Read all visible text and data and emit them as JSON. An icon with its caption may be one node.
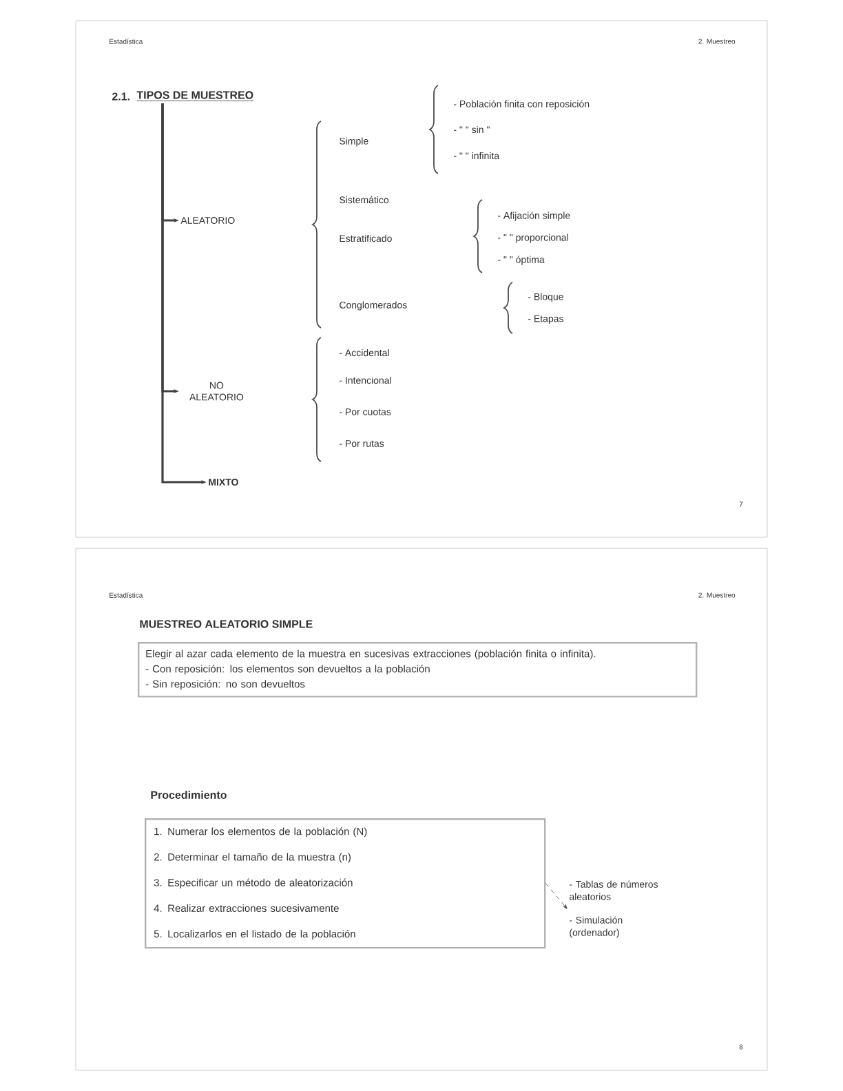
{
  "diagram": {
    "nodes": [
      {
        "text": [
          "TIPOS DE MUESTREO"
        ]
      },
      {
        "text": [
          "ALEATORIO"
        ]
      },
      {
        "text": [
          "NO ALEATORIO"
        ]
      },
      {
        "text": [
          "MIXTO"
        ]
      },
      {
        "text": [
          "Elegir al azar cada elemento de la muestra en sucesivas extracciones (población finita o infinita).",
          "- Con reposición: los elementos son devueltos a la población",
          "- Sin reposición: no son devueltos"
        ]
      },
      {
        "text": [
          "1. Numerar los elementos de la población (N)",
          "2. Determinar el tamaño de la muestra (n)",
          "3. Especificar un método de aleatorización",
          "4. Realizar extracciones sucesivamente",
          "5. Localizarlos en el listado de la población"
        ]
      },
      {
        "text": [
          "- Tablas de números aleatorios",
          "- Simulación (ordenador)"
        ]
      }
    ],
    "edges": [
      {
        "from": 0,
        "to": 1,
        "arrow": "to"
      },
      {
        "from": 0,
        "to": 2,
        "arrow": "to"
      },
      {
        "from": 0,
        "to": 3,
        "arrow": "to"
      },
      {
        "from": 5,
        "to": 6,
        "arrow": "to",
        "style": "dashed"
      }
    ],
    "labels": [
      "Estadística",
      "2. Muestreo",
      "2.1.",
      "- Población finita con reposición",
      "- \"  \"  sin  \"",
      "- \"  \"  infinita",
      "Simple",
      "Sistemático",
      "Estratificado",
      "Conglomerados",
      "- Afijación simple",
      "- \"  \"  proporcional",
      "- \"  \"  óptima",
      "- Bloque",
      "- Etapas",
      "- Accidental",
      "- Intencional",
      "- Por cuotas",
      "- Por rutas",
      "7",
      "Estadística",
      "2. Muestreo",
      "MUESTREO ALEATORIO SIMPLE",
      "Procedimiento",
      "8"
    ]
  }
}
